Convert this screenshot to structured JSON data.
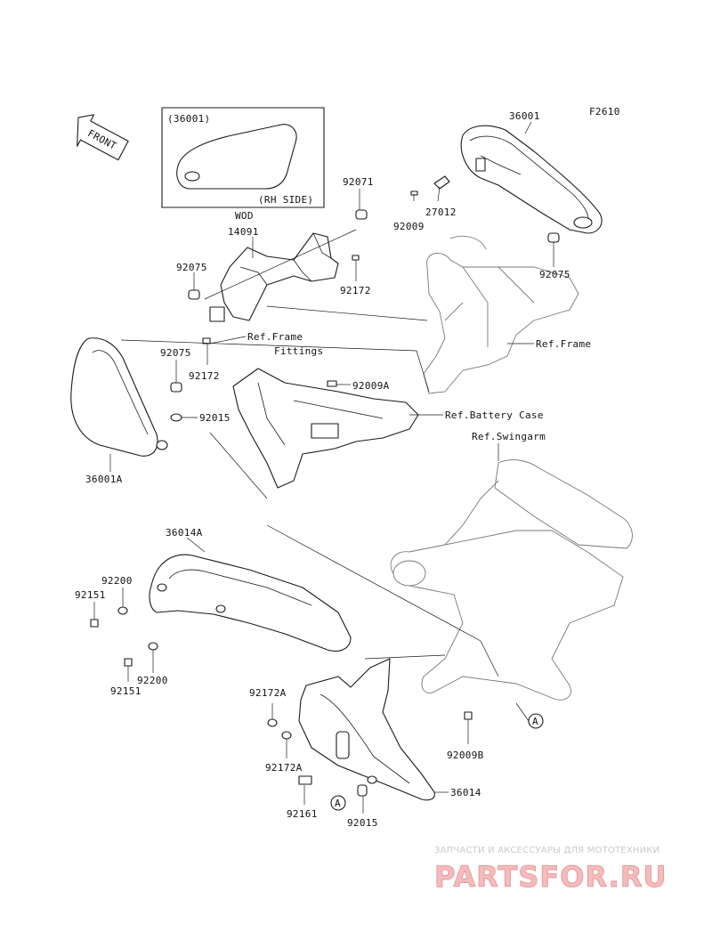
{
  "figure_code": "F2610",
  "front_label": "FRONT",
  "inset": {
    "part": "(36001)",
    "side": "(RH SIDE)"
  },
  "variant": "WOD",
  "refs": {
    "frame_fittings_1": "Ref.Frame",
    "frame_fittings_2": "Fittings",
    "frame": "Ref.Frame",
    "battery_case": "Ref.Battery Case",
    "swingarm": "Ref.Swingarm"
  },
  "parts": {
    "p36001": "36001",
    "p27012": "27012",
    "p92071": "92071",
    "p92009_top": "92009",
    "p14091": "14091",
    "p92075_left": "92075",
    "p92172_top": "92172",
    "p92075_right": "92075",
    "p92172_mid": "92172",
    "p92075_mid": "92075",
    "p92009A": "92009A",
    "p92015_left": "92015",
    "p36001A": "36001A",
    "p36014A": "36014A",
    "p92200_top": "92200",
    "p92151_top": "92151",
    "p92200_bot": "92200",
    "p92151_bot": "92151",
    "p92172A_top": "92172A",
    "p92172A_bot": "92172A",
    "p92161": "92161",
    "p92015_bot": "92015",
    "p36014": "36014",
    "p92009B": "92009B"
  },
  "markers": {
    "a1": "A",
    "a2": "A"
  },
  "watermark": {
    "tagline": "ЗАПЧАСТИ И АКСЕССУАРЫ ДЛЯ МОТОТЕХНИКИ",
    "brand": "PARTSFOR.RU"
  }
}
